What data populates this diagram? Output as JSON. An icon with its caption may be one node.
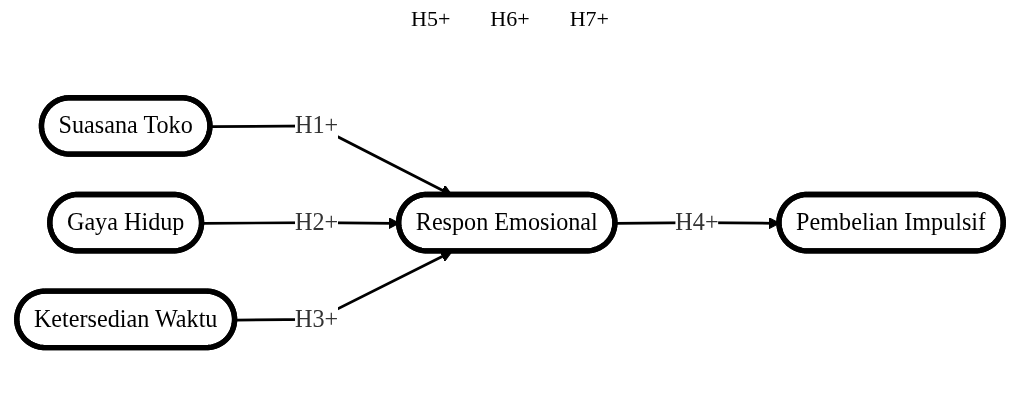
{
  "diagram": {
    "nodes": [
      {
        "text": [
          "Suasana Toko"
        ]
      },
      {
        "text": [
          "Gaya Hidup"
        ]
      },
      {
        "text": [
          "Ketersedian Waktu"
        ]
      },
      {
        "text": [
          "Respon Emosional"
        ]
      },
      {
        "text": [
          "Pembelian Impulsif"
        ]
      }
    ],
    "edges": [
      {
        "from": 0,
        "to": 3,
        "arrow": "to",
        "label": "H1+"
      },
      {
        "from": 1,
        "to": 3,
        "arrow": "to",
        "label": "H2+"
      },
      {
        "from": 2,
        "to": 3,
        "arrow": "to",
        "label": "H3+"
      },
      {
        "from": 3,
        "to": 4,
        "arrow": "to",
        "label": "H4+"
      }
    ],
    "labels": [
      "H5+",
      "H6+",
      "H7+"
    ]
  }
}
